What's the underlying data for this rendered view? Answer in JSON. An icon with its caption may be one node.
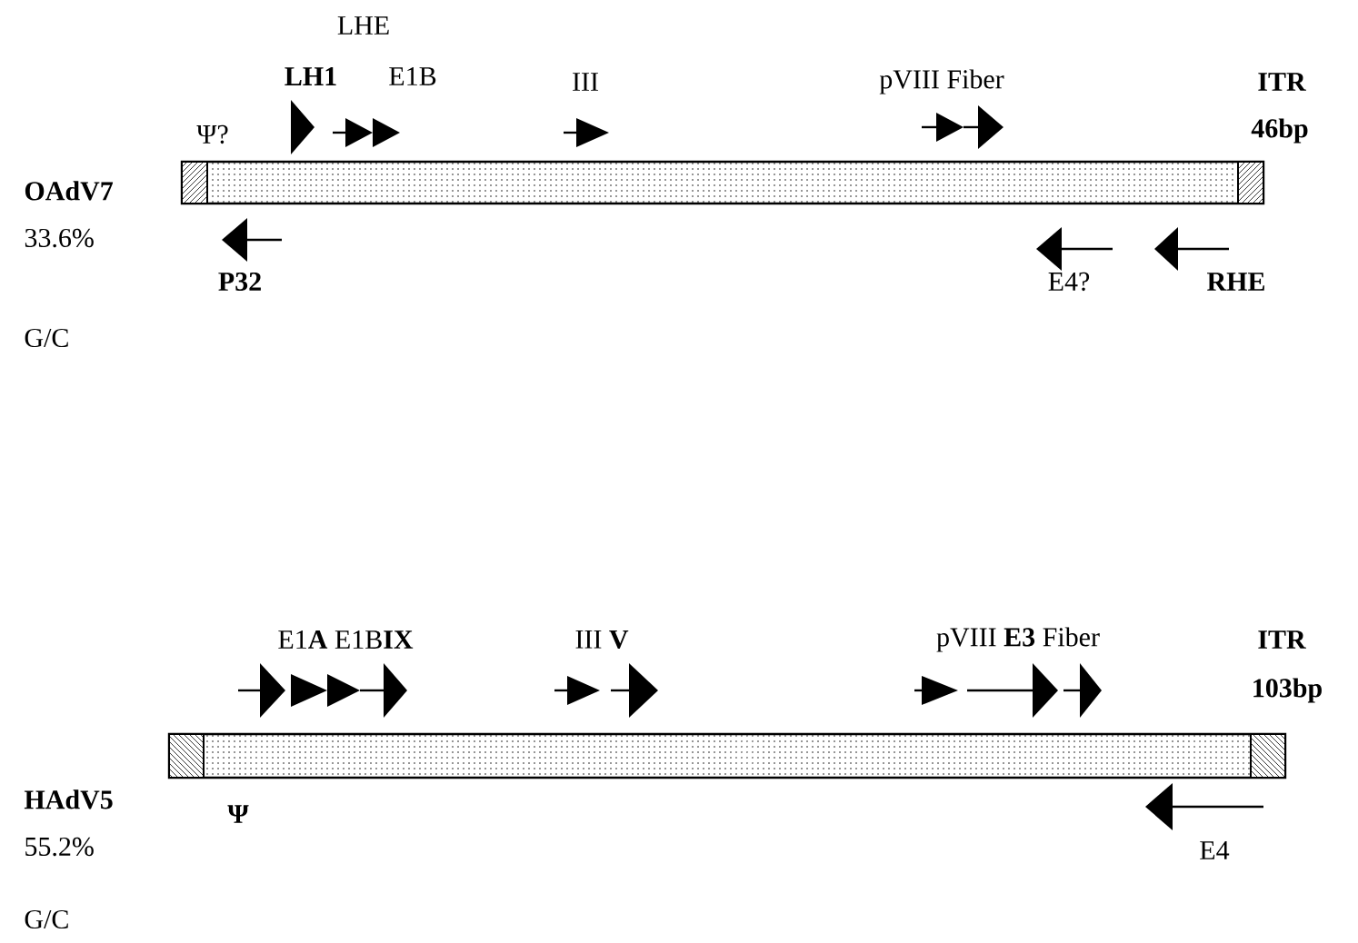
{
  "diagram": {
    "nodes": [
      {
        "text": [],
        "shape": "bar"
      },
      {
        "text": [],
        "shape": "bar"
      }
    ],
    "labels": [
      "LHE",
      "LH1",
      "E1B",
      "III",
      "pVIII Fiber",
      "ITR",
      "Ψ?",
      "46bp",
      "OAdV7",
      "33.6%",
      "P32",
      "E4?",
      "RHE",
      "G/C",
      "E1**A** E1B**IX**",
      "III **V**",
      "pVIII **E3** Fiber",
      "ITR",
      "103bp",
      "HAdV5",
      "Ψ",
      "55.2%",
      "E4",
      "G/C"
    ]
  }
}
